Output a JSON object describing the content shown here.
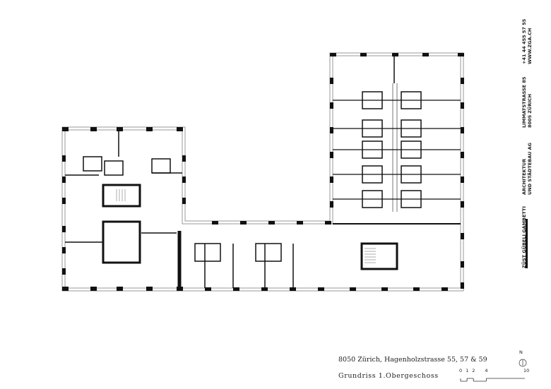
{
  "project": {
    "address": "8050 Zürich, Hagenholzstrasse 55, 57 & 59",
    "drawing_title": "Grundriss 1.Obergeschoss"
  },
  "firm": {
    "name": "ZÜST GÜBELI GAMBETTI",
    "line1": "ARCHITEKTUR",
    "line2": "UND STÄDTEBAU AG",
    "street": "LIMMATSTRASSE 85",
    "city": "8005 ZÜRICH",
    "phone": "+41 44 455 57 55",
    "web": "WWW.ZGA.CH"
  },
  "north_arrow": {
    "label": "N"
  },
  "scale_bar": {
    "ticks": [
      "0",
      "1",
      "2",
      "4",
      "10"
    ],
    "unit_values": [
      0,
      1,
      2,
      4,
      10
    ]
  },
  "colors": {
    "wall": "#111111",
    "thin": "#9a9a9a"
  }
}
